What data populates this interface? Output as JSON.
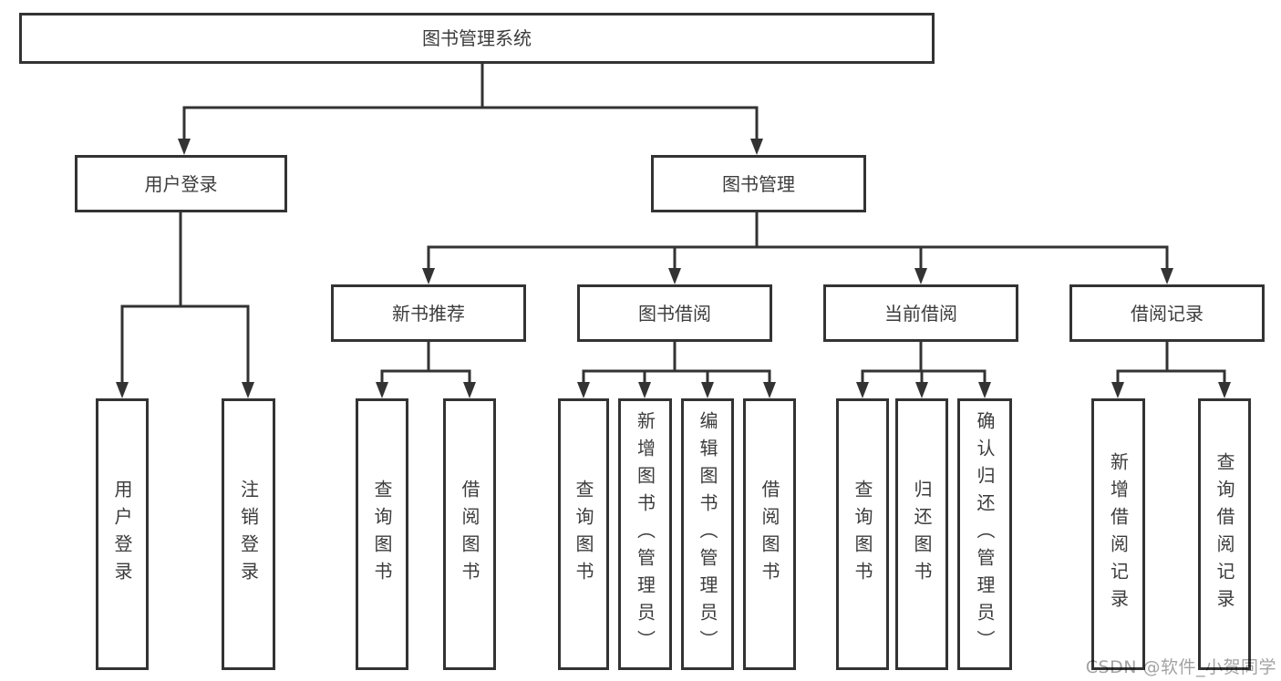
{
  "tree": {
    "label": "图书管理系统",
    "children": [
      {
        "label": "用户登录",
        "children": [
          {
            "label": "用户登录"
          },
          {
            "label": "注销登录"
          }
        ]
      },
      {
        "label": "图书管理",
        "children": [
          {
            "label": "新书推荐",
            "children": [
              {
                "label": "查询图书"
              },
              {
                "label": "借阅图书"
              }
            ]
          },
          {
            "label": "图书借阅",
            "children": [
              {
                "label": "查询图书"
              },
              {
                "label": "新增图书（管理员）"
              },
              {
                "label": "编辑图书（管理员）"
              },
              {
                "label": "借阅图书"
              }
            ]
          },
          {
            "label": "当前借阅",
            "children": [
              {
                "label": "查询图书"
              },
              {
                "label": "归还图书"
              },
              {
                "label": "确认归还（管理员）"
              }
            ]
          },
          {
            "label": "借阅记录",
            "children": [
              {
                "label": "新增借阅记录"
              },
              {
                "label": "查询借阅记录"
              }
            ]
          }
        ]
      }
    ]
  },
  "watermark": {
    "text": "CSDN @软件_小贺同学",
    "color": "#a3a3a3"
  },
  "colors": {
    "line": "#333333",
    "border": "#333333",
    "text": "#3c3c3c",
    "watermark": "#a3a3a3",
    "background": "#ffffff"
  }
}
